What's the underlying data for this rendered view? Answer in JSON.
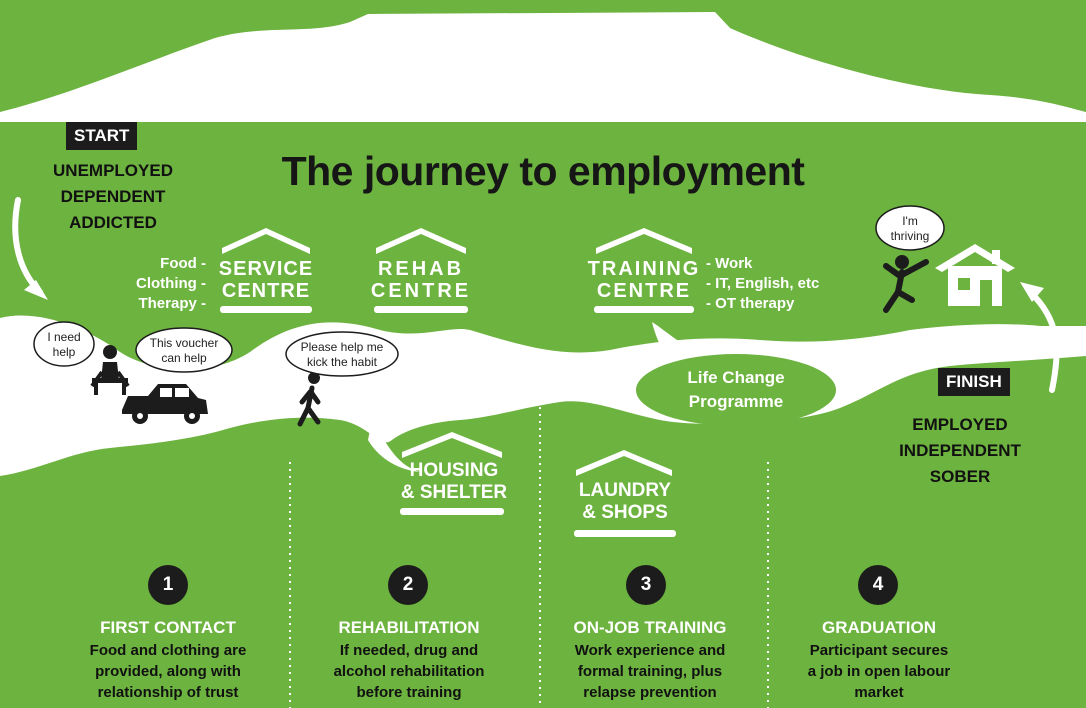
{
  "title": "The journey to employment",
  "start": {
    "label": "START",
    "states": [
      "UNEMPLOYED",
      "DEPENDENT",
      "ADDICTED"
    ]
  },
  "finish": {
    "label": "FINISH",
    "states": [
      "EMPLOYED",
      "INDEPENDENT",
      "SOBER"
    ]
  },
  "centres": {
    "service": {
      "line1": "SERVICE",
      "line2": "CENTRE",
      "items": [
        "Food -",
        "Clothing -",
        "Therapy -"
      ]
    },
    "rehab": {
      "line1": "REHAB",
      "line2": "CENTRE"
    },
    "training": {
      "line1": "TRAINING",
      "line2": "CENTRE",
      "items": [
        "- Work",
        "- IT, English, etc",
        "- OT therapy"
      ]
    },
    "housing": {
      "line1": "HOUSING",
      "line2": "& SHELTER"
    },
    "laundry": {
      "line1": "LAUNDRY",
      "line2": "& SHOPS"
    }
  },
  "bubbles": {
    "need_help": [
      "I need",
      "help"
    ],
    "voucher": [
      "This voucher",
      "can help"
    ],
    "kick_habit": [
      "Please help me",
      "kick the habit"
    ],
    "thriving": [
      "I'm",
      "thriving"
    ]
  },
  "programme": [
    "Life Change",
    "Programme"
  ],
  "steps": [
    {
      "number": "1",
      "heading": "FIRST CONTACT",
      "lines": [
        "Food and clothing are",
        "provided, along with",
        "relationship of trust"
      ]
    },
    {
      "number": "2",
      "heading": "REHABILITATION",
      "lines": [
        "If needed, drug and",
        "alcohol rehabilitation",
        "before training"
      ]
    },
    {
      "number": "3",
      "heading": "ON-JOB TRAINING",
      "lines": [
        "Work experience and",
        "formal training, plus",
        "relapse prevention"
      ]
    },
    {
      "number": "4",
      "heading": "GRADUATION",
      "lines": [
        "Participant secures",
        "a job in open labour",
        "market"
      ]
    }
  ],
  "colors": {
    "background": "#6db33f",
    "road": "#ffffff",
    "dark": "#1c1c1c"
  }
}
